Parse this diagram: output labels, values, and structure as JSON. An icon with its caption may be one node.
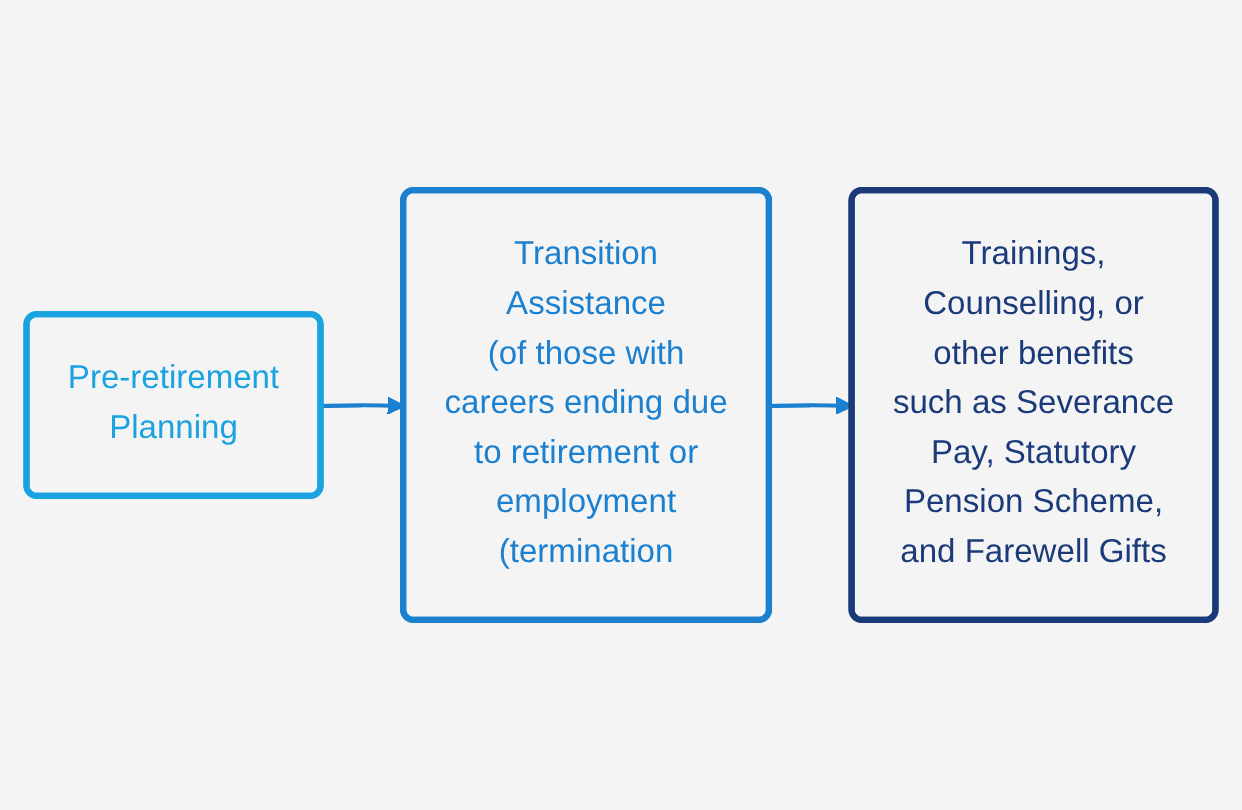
{
  "diagram": {
    "nodes": [
      {
        "text": [
          "Pre-retirement Planning"
        ]
      },
      {
        "text": [
          "Transition Assistance",
          "(of those with careers ending due to retirement or employment (termination"
        ]
      },
      {
        "text": [
          "Trainings, Counselling, or other benefits such as Severance Pay, Statutory Pension Scheme, and Farewell Gifts"
        ]
      }
    ],
    "edges": [
      {
        "from": 0,
        "to": 1,
        "arrow": "to"
      },
      {
        "from": 1,
        "to": 2,
        "arrow": "to"
      }
    ]
  }
}
